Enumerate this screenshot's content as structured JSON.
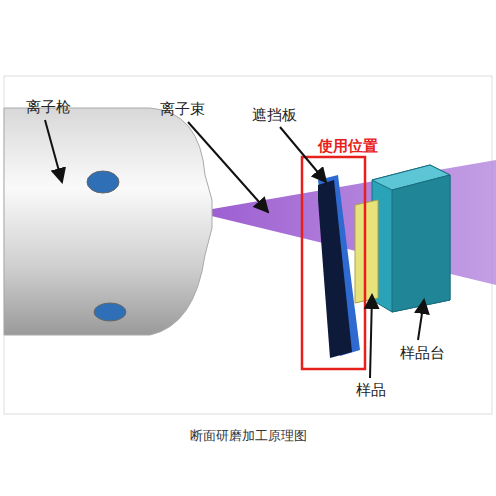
{
  "diagram": {
    "caption": "断面研磨加工原理图",
    "labels": [
      "离子枪",
      "离子束",
      "遮挡板",
      "使用位置",
      "样品",
      "样品台"
    ]
  }
}
